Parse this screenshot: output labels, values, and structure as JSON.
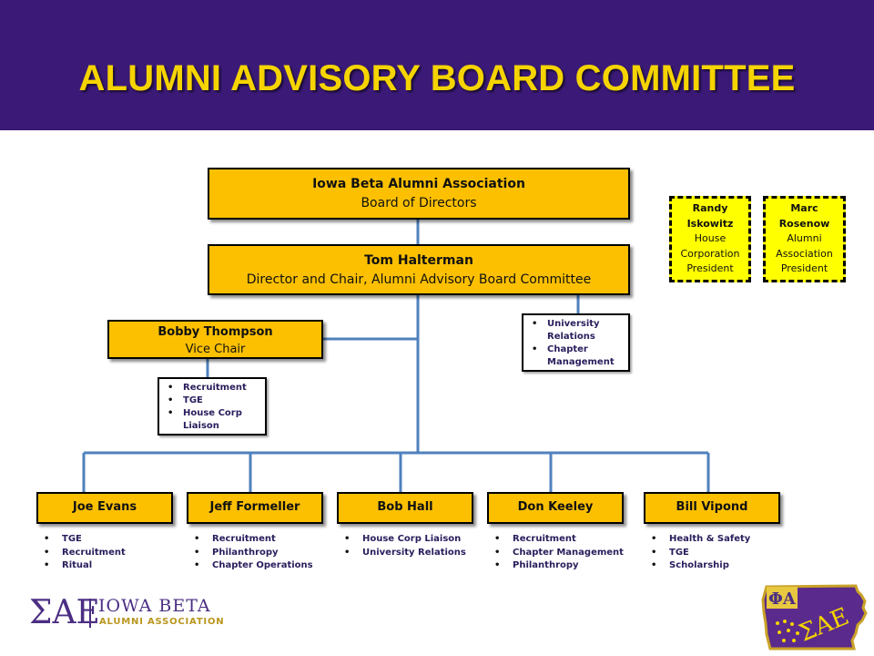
{
  "title": "ALUMNI ADVISORY BOARD COMMITTEE",
  "association": {
    "name": "Iowa Beta Alumni Association",
    "role": "Board of Directors"
  },
  "chair": {
    "name": "Tom Halterman",
    "role": "Director and Chair, Alumni Advisory Board Committee"
  },
  "chair_duties": [
    "University Relations",
    "Chapter Management"
  ],
  "vice_chair": {
    "name": "Bobby Thompson",
    "role": "Vice Chair"
  },
  "vice_chair_duties": [
    "Recruitment",
    "TGE",
    "House Corp Liaison"
  ],
  "presidents": [
    {
      "first": "Randy",
      "last": "Iskowitz",
      "lines": [
        "House",
        "Corporation",
        "President"
      ]
    },
    {
      "first": "Marc",
      "last": "Rosenow",
      "lines": [
        "Alumni",
        "Association",
        "President"
      ]
    }
  ],
  "members": [
    {
      "name": "Joe Evans",
      "duties": [
        "TGE",
        "Recruitment",
        "Ritual"
      ]
    },
    {
      "name": "Jeff Formeller",
      "duties": [
        "Recruitment",
        "Philanthropy",
        "Chapter Operations"
      ]
    },
    {
      "name": "Bob Hall",
      "duties": [
        "House Corp Liaison",
        "University Relations"
      ]
    },
    {
      "name": "Don Keeley",
      "duties": [
        "Recruitment",
        "Chapter Management",
        "Philanthropy"
      ]
    },
    {
      "name": "Bill Vipond",
      "duties": [
        "Health & Safety",
        "TGE",
        "Scholarship"
      ]
    }
  ],
  "logo": {
    "letters": "ΣΑΕ",
    "line1": "IOWA BETA",
    "line2": "ALUMNI ASSOCIATION"
  },
  "crest": {
    "top": "ΦΑ",
    "bottom": "ΣΑΕ"
  },
  "colors": {
    "banner": "#3b1a77",
    "title": "#f5d400",
    "box": "#fcc000",
    "dashed_box": "#ffff00",
    "connector": "#4f81bd",
    "duty_text": "#2a1d5c"
  }
}
